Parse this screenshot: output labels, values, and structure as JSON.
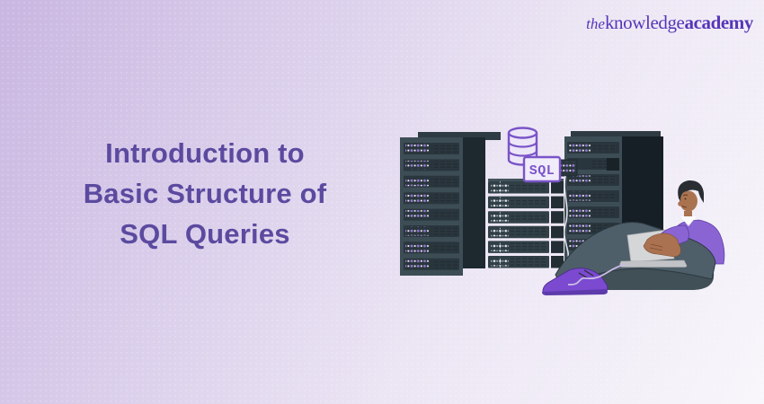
{
  "brand": {
    "prefix": "the",
    "word": "knowledge",
    "word_bold": "academy",
    "color": "#5636b8"
  },
  "heading": {
    "lines": [
      "Introduction to",
      "Basic Structure of",
      "SQL Queries"
    ],
    "color": "#5b4a9f"
  },
  "illustration": {
    "sql_label": "SQL",
    "description": "Two dark server racks with purple indicator lights connected to a SQL database cylinder; a person in a purple sweater sits cross-legged on a beanbag working on a laptop",
    "colors": {
      "rack_front": "#3d4d55",
      "rack_dark_side": "#1e292f",
      "unit_panel": "#2a363d",
      "led_purple": "#9678d6",
      "led_white": "#e9ebf0",
      "sql_outline": "#7a54c8",
      "sweater": "#8b64d4",
      "skin": "#aa7350",
      "pants": "#4e5f69",
      "beanbag": "#414f57",
      "shoe": "#7b4ad0",
      "laptop": "#d5d6d8",
      "cable": "#c9bbe6",
      "background_start": "#c9b6e1",
      "background_end": "#f8f6fb"
    }
  }
}
